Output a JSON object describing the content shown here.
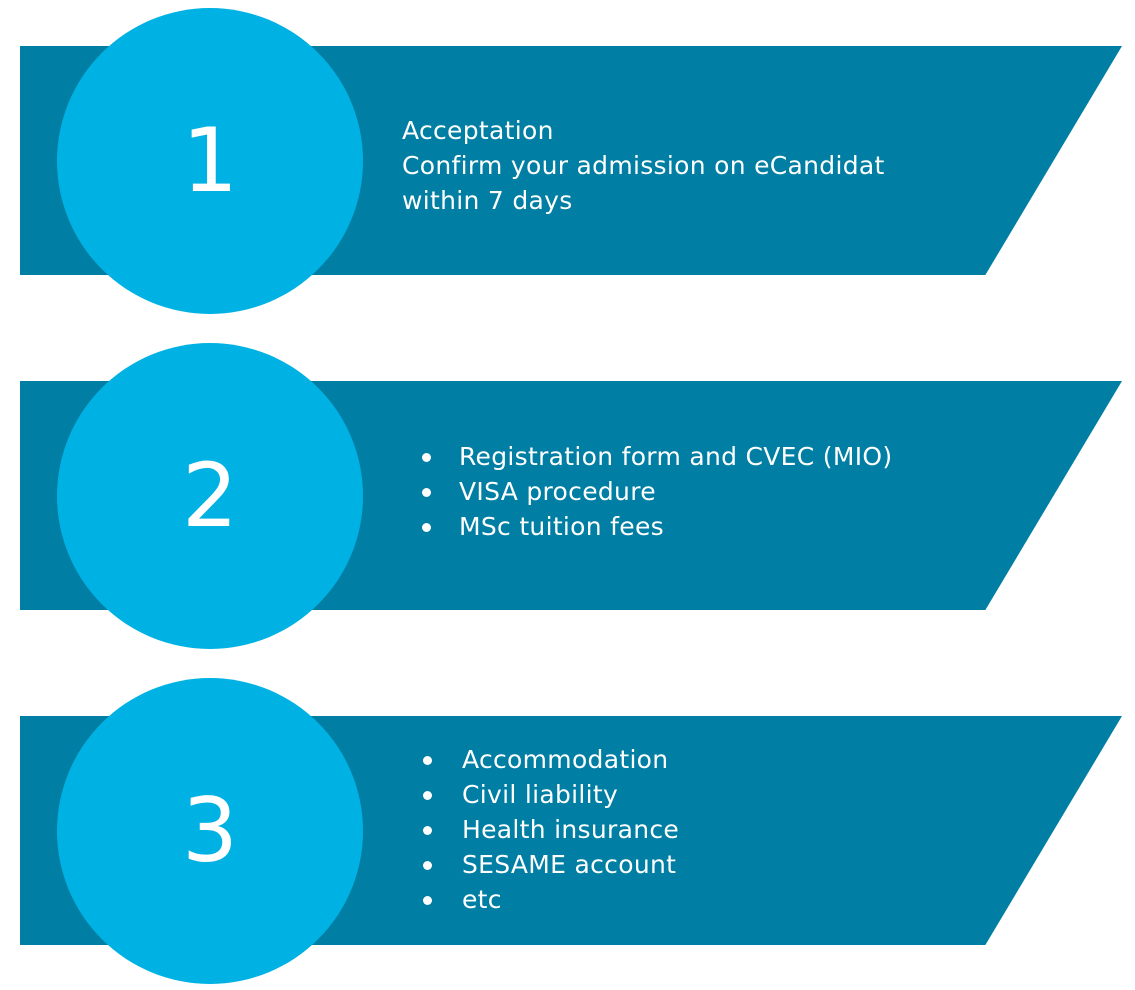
{
  "colors": {
    "banner": "#007ea3",
    "circle": "#00b2e3",
    "text": "#ffffff"
  },
  "steps": [
    {
      "number": "1",
      "lines": [
        "Acceptation",
        "Confirm your admission on eCandidat",
        "within 7 days"
      ]
    },
    {
      "number": "2",
      "bullets": [
        "Registration form and CVEC (MIO)",
        "VISA procedure",
        "MSc tuition fees"
      ]
    },
    {
      "number": "3",
      "bullets": [
        "Accommodation",
        "Civil liability",
        "Health insurance",
        "SESAME account",
        "etc"
      ]
    }
  ]
}
